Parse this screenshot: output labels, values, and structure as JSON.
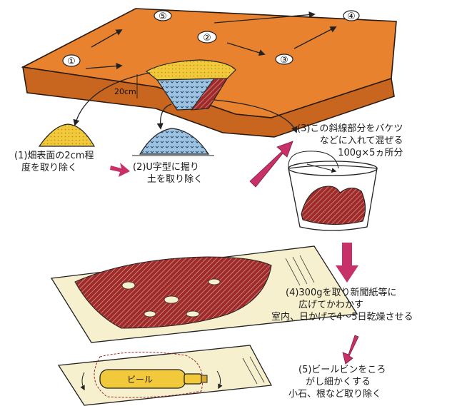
{
  "field": {
    "plot_numbers": [
      "①",
      "②",
      "③",
      "④",
      "⑤"
    ],
    "depth_label": "20cm"
  },
  "steps": [
    {
      "lines": [
        "(1)畑表面の2cm程",
        "度を取り除く"
      ]
    },
    {
      "lines": [
        "(2)U字型に掘り",
        "土を取り除く"
      ]
    },
    {
      "lines": [
        "(3)この斜線部分をバケツ",
        "などに入れて混ぜる",
        "100g×5ヵ所分"
      ]
    },
    {
      "lines": [
        "(4)300gを取り新聞紙等に",
        "広げてかわかす",
        "室内、日かげで4～5日乾燥させる"
      ]
    },
    {
      "lines": [
        "(5)ビールビンをころ",
        "がし細かくする",
        "小石、根など取り除く"
      ]
    }
  ],
  "bottle_label": "ビール",
  "colors": {
    "field": "#e8822e",
    "field_side": "#c8651f",
    "yellow_soil": "#f2c93b",
    "blue_soil": "#9ec3e0",
    "red_soil": "#9e2a2a",
    "arrow": "#c8306a",
    "paper": "#f7f0cf"
  }
}
